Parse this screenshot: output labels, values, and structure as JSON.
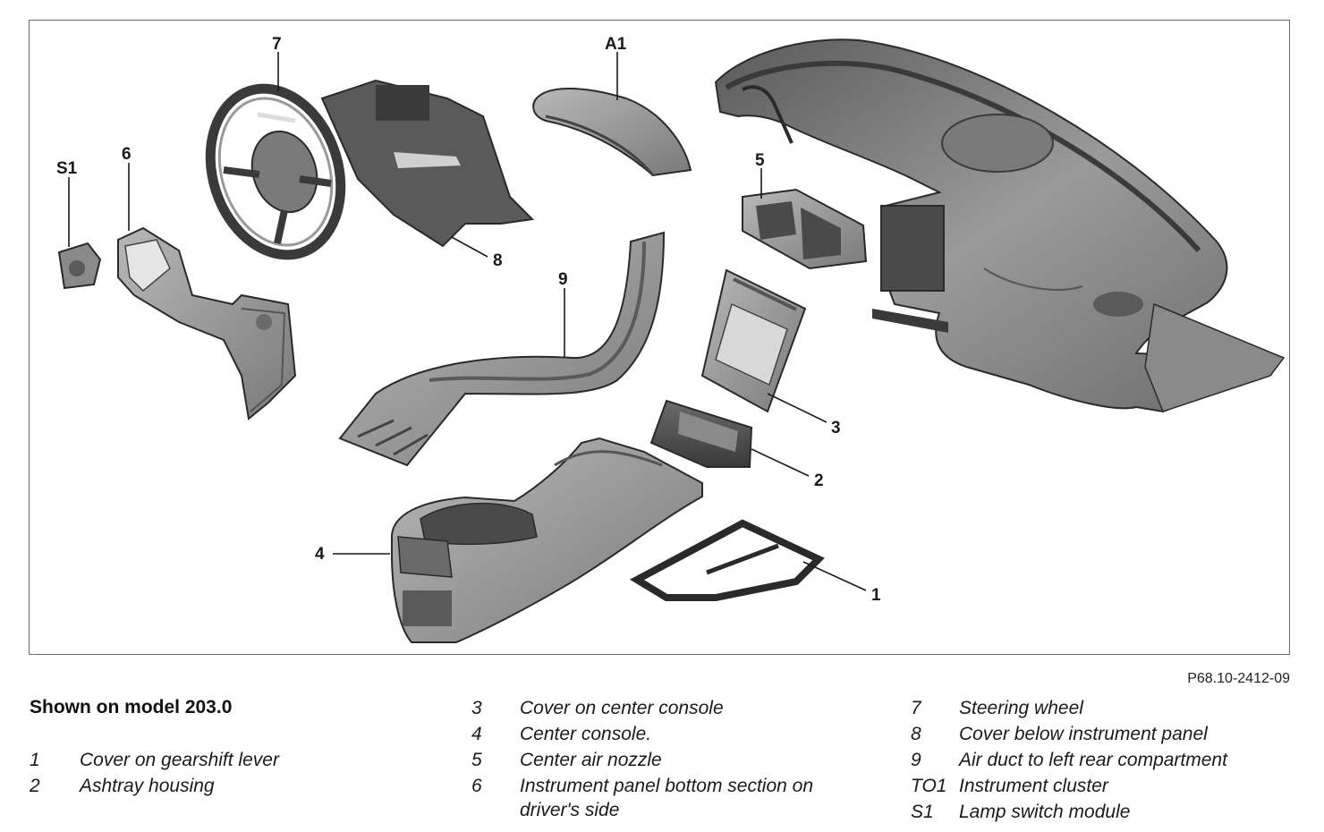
{
  "figure_ref": "P68.10-2412-09",
  "heading": "Shown on model 203.0",
  "callouts": [
    "7",
    "A1",
    "S1",
    "6",
    "5",
    "8",
    "9",
    "3",
    "2",
    "4",
    "1"
  ],
  "legend": [
    {
      "num": "1",
      "text": "Cover on gearshift lever"
    },
    {
      "num": "2",
      "text": "Ashtray housing"
    },
    {
      "num": "3",
      "text": "Cover on center console"
    },
    {
      "num": "4",
      "text": "Center console."
    },
    {
      "num": "5",
      "text": "Center air nozzle"
    },
    {
      "num": "6",
      "text": "Instrument panel bottom section on",
      "text2": "driver's side"
    },
    {
      "num": "7",
      "text": "Steering wheel"
    },
    {
      "num": "8",
      "text": "Cover below instrument panel"
    },
    {
      "num": "9",
      "text": "Air duct to left rear compartment"
    },
    {
      "num": "TO1",
      "text": "Instrument cluster"
    },
    {
      "num": "S1",
      "text": "Lamp switch module"
    }
  ],
  "colors": {
    "part_fill": "#8e8e8e",
    "part_dark": "#4a4a4a",
    "part_light": "#c4c4c4",
    "frame": "#6a6a6a"
  }
}
